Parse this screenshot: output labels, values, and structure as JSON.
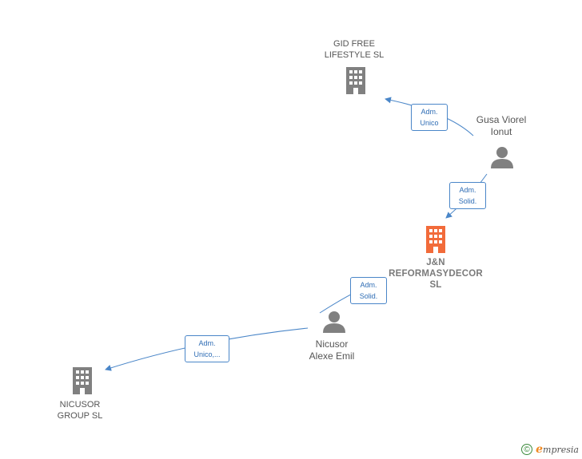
{
  "nodes": {
    "gid": {
      "label": "GID FREE\nLIFESTYLE  SL"
    },
    "jn": {
      "label": "J&N\nREFORMASYDECOR\nSL"
    },
    "nicusor_group": {
      "label": "NICUSOR\nGROUP  SL"
    },
    "gusa": {
      "label": "Gusa Viorel\nIonut"
    },
    "alexe": {
      "label": "Nicusor\nAlexe Emil"
    }
  },
  "edges": {
    "gusa_gid": {
      "label": "Adm.\nUnico"
    },
    "gusa_jn": {
      "label": "Adm.\nSolid."
    },
    "alexe_jn": {
      "label": "Adm.\nSolid."
    },
    "alexe_group": {
      "label": "Adm.\nUnico,..."
    }
  },
  "colors": {
    "company": "#808080",
    "company_main": "#f26b3a",
    "person": "#808080",
    "edge": "#4a86c8"
  },
  "footer": {
    "copyright": "©",
    "brand_initial": "e",
    "brand_rest": "mpresia"
  }
}
